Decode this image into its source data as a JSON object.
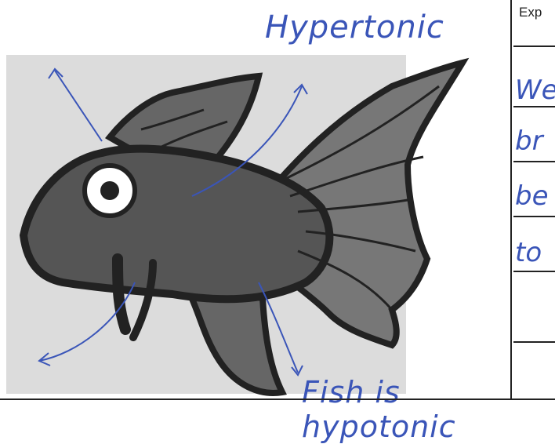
{
  "handwritten_top": "Hypertonic",
  "handwritten_bottom": "Fish is hypotonic",
  "side_label": "Exp",
  "side_writing": [
    "We",
    "br",
    "be",
    "to"
  ]
}
